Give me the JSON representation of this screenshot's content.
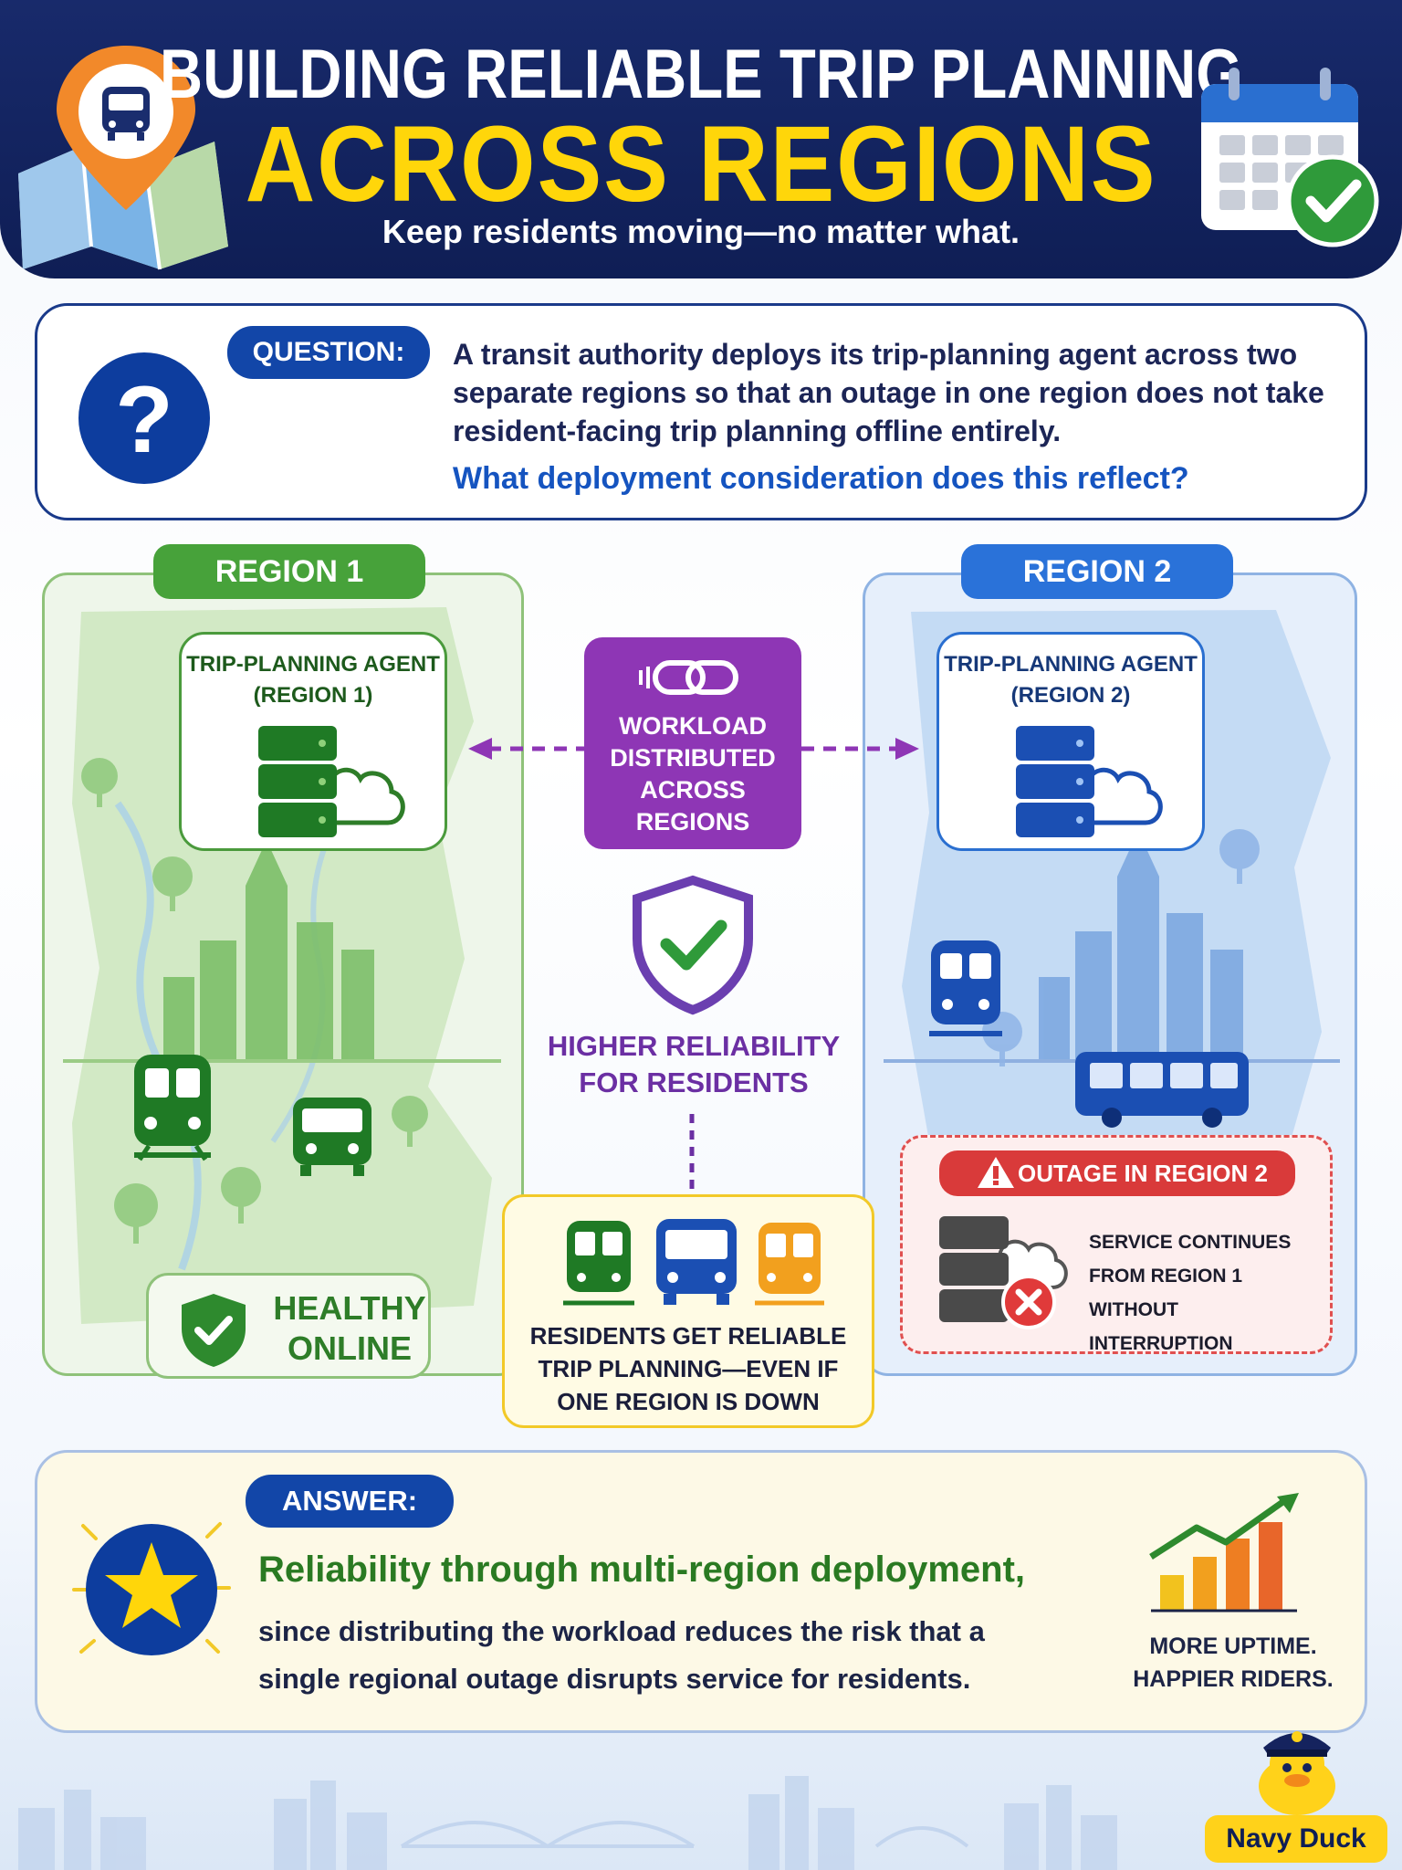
{
  "header": {
    "title_line1": "BUILDING RELIABLE TRIP PLANNING",
    "title_line2": "ACROSS REGIONS",
    "subtitle": "Keep residents moving—no matter what."
  },
  "question": {
    "label": "QUESTION:",
    "text": "A transit authority deploys its trip-planning agent across two separate regions so that an outage in one region does not take resident-facing trip planning offline entirely.",
    "ask": "What deployment consideration does this reflect?"
  },
  "region1": {
    "label": "REGION 1",
    "agent_line1": "TRIP-PLANNING AGENT",
    "agent_line2": "(REGION 1)",
    "status_line1": "HEALTHY",
    "status_line2": "ONLINE"
  },
  "region2": {
    "label": "REGION 2",
    "agent_line1": "TRIP-PLANNING AGENT",
    "agent_line2": "(REGION 2)",
    "outage_label": "OUTAGE IN REGION 2",
    "outage_line1": "SERVICE CONTINUES",
    "outage_line2": "FROM REGION 1",
    "outage_line3": "WITHOUT INTERRUPTION"
  },
  "center": {
    "workload_line1": "WORKLOAD",
    "workload_line2": "DISTRIBUTED",
    "workload_line3": "ACROSS",
    "workload_line4": "REGIONS",
    "reliability_line1": "HIGHER RELIABILITY",
    "reliability_line2": "FOR RESIDENTS",
    "residents_line1": "RESIDENTS GET RELIABLE",
    "residents_line2": "TRIP PLANNING—EVEN IF",
    "residents_line3": "ONE REGION IS DOWN"
  },
  "answer": {
    "label": "ANSWER:",
    "headline": "Reliability through multi-region deployment,",
    "body_line1": "since distributing the workload reduces the risk that a",
    "body_line2": "single regional outage disrupts service for residents.",
    "uptime_line1": "MORE UPTIME.",
    "uptime_line2": "HAPPIER RIDERS."
  },
  "brand": "Navy Duck",
  "colors": {
    "navy": "#0f1e55",
    "yellow": "#ffd60a",
    "region1_green": "#47a23a",
    "region2_blue": "#2a72d9",
    "workload_purple": "#8e36b5",
    "outage_red": "#d93a3a"
  }
}
